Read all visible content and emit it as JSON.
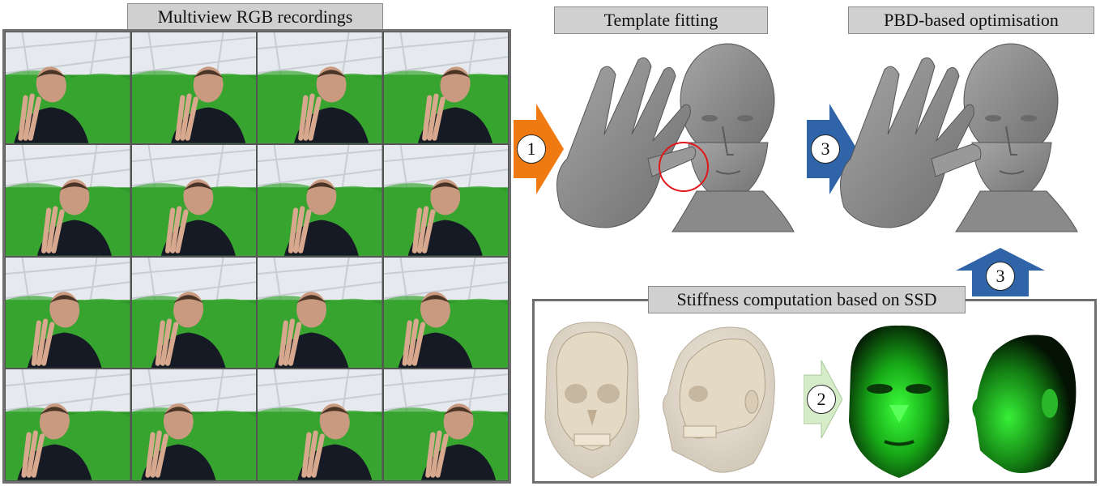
{
  "labels": {
    "recordings": "Multiview RGB recordings",
    "template": "Template fitting",
    "pbd": "PBD-based optimisation",
    "ssd": "Stiffness computation based on SSD"
  },
  "steps": {
    "step1": "1",
    "step2": "2",
    "step3a": "3",
    "step3b": "3"
  },
  "colors": {
    "arrow_orange": "#f07a12",
    "arrow_blue": "#3064a8",
    "arrow_green": "#d6ecc8",
    "green_screen": "#2f9a2a",
    "mesh_grey": "#8c8c8c",
    "stiffness_green": "#22e022"
  },
  "grid": {
    "rows": 4,
    "cols": 4
  }
}
